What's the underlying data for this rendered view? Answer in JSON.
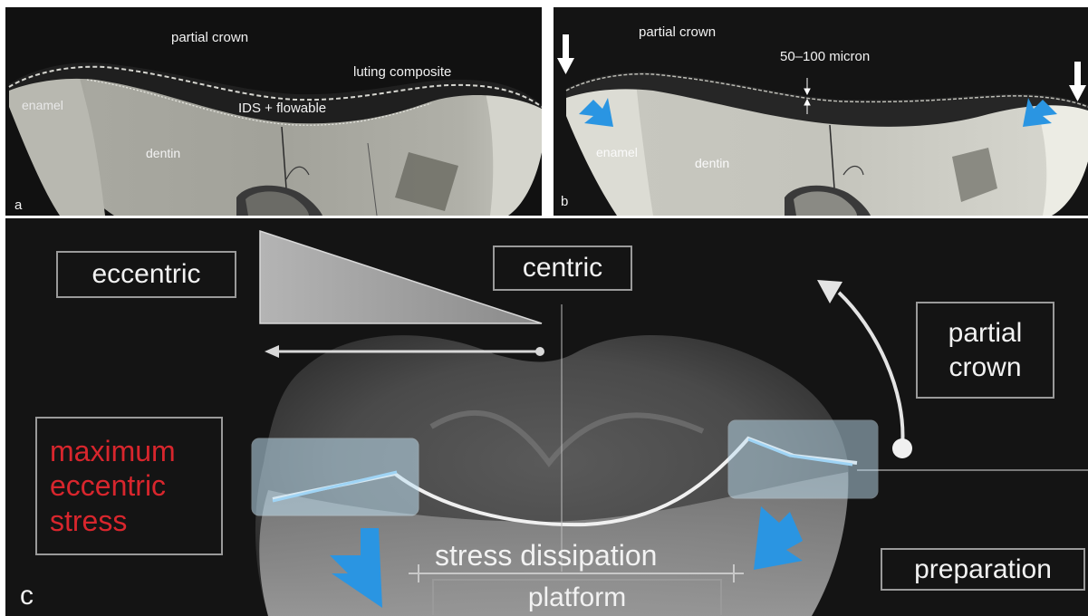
{
  "panel_a": {
    "letter": "a",
    "labels": {
      "partial_crown": "partial crown",
      "luting_composite": "luting composite",
      "enamel": "enamel",
      "ids_flowable": "IDS + flowable",
      "dentin": "dentin"
    }
  },
  "panel_b": {
    "letter": "b",
    "labels": {
      "partial_crown": "partial crown",
      "thickness": "50–100 micron",
      "enamel": "enamel",
      "dentin": "dentin"
    }
  },
  "panel_c": {
    "letter": "c",
    "labels": {
      "eccentric": "eccentric",
      "centric": "centric",
      "partial_crown": [
        "partial",
        "crown"
      ],
      "maximum_stress": [
        "maximum",
        "eccentric",
        "stress"
      ],
      "stress_dissipation": "stress dissipation",
      "platform": "platform",
      "preparation": "preparation"
    }
  },
  "colors": {
    "stress_red": "#d8262d",
    "arrow_blue": "#2a95e2",
    "label_border": "#9a9a9a"
  }
}
